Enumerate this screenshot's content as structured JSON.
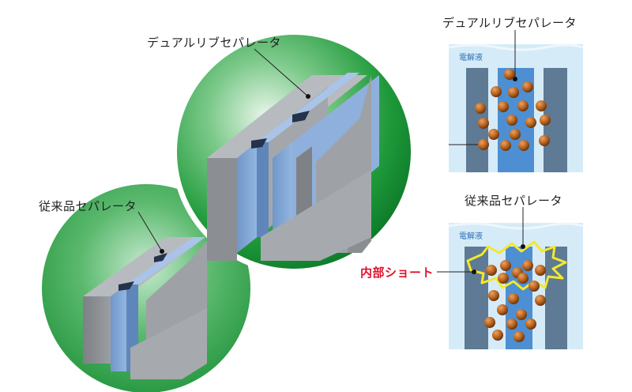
{
  "labels": {
    "dual_rib_main": "デュアルリブセパレータ",
    "conventional_main": "従来品セパレータ",
    "dual_rib_panel": "デュアルリブセパレータ",
    "conventional_panel": "従来品セパレータ",
    "electrolyte_top": "電解液",
    "electrolyte_bottom": "電解液",
    "internal_short": "内部ショート"
  },
  "colors": {
    "magnifier_green": "#1f9a3a",
    "separator_blue": "#7fa6d6",
    "plate_gray": "#8e9296",
    "electrolyte_blue": "#cfe6f7",
    "particle_brown": "#b5631e",
    "short_yellow": "#f4e82a",
    "alert_red": "#e0102a"
  }
}
